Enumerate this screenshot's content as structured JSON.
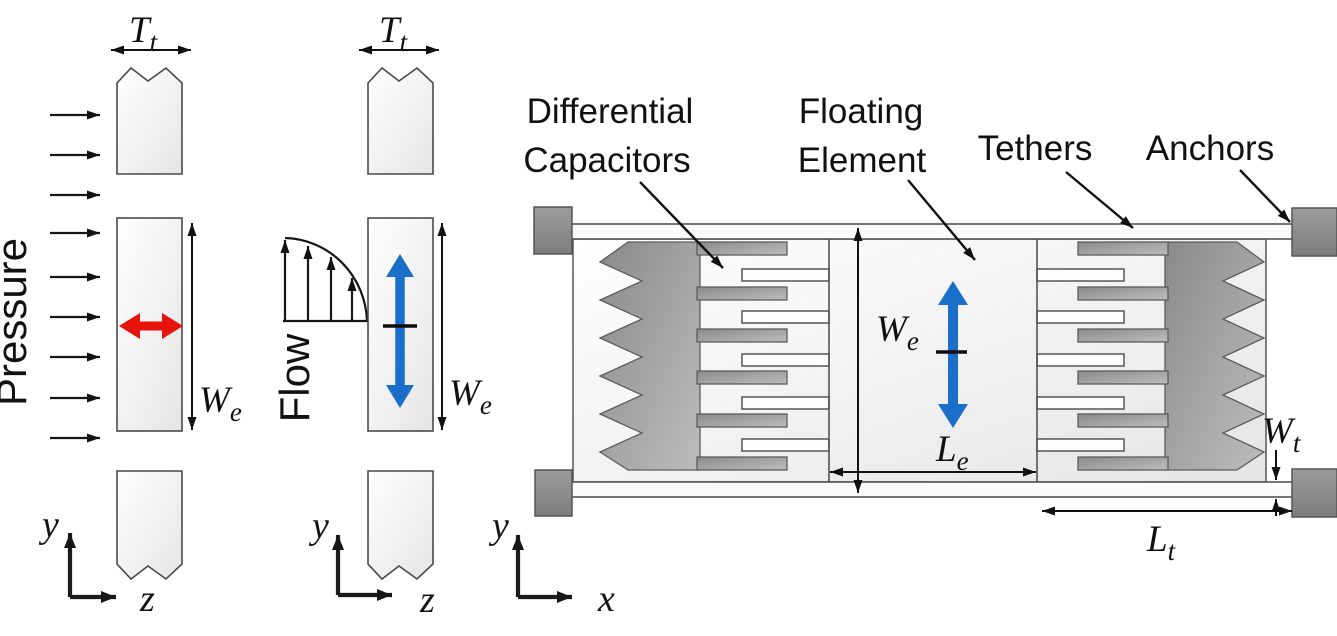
{
  "figure": {
    "type": "schematic-diagram",
    "subject": "Floating-element capacitive shear-stress sensor: side views under pressure and flow loading, and plan view",
    "panels": {
      "pressure_view": {
        "load_label": "Pressure",
        "dims": {
          "tether_thickness": {
            "base": "T",
            "sub": "t"
          },
          "element_width": {
            "base": "W",
            "sub": "e"
          }
        },
        "axes": {
          "vertical": "y",
          "horizontal": "z"
        }
      },
      "flow_view": {
        "load_label": "Flow",
        "dims": {
          "tether_thickness": {
            "base": "T",
            "sub": "t"
          },
          "element_width": {
            "base": "W",
            "sub": "e"
          }
        },
        "axes": {
          "vertical": "y",
          "horizontal": "z"
        }
      },
      "plan_view": {
        "callouts": {
          "differential_capacitors_line1": "Differential",
          "differential_capacitors_line2": "Capacitors",
          "floating_element_line1": "Floating",
          "floating_element_line2": "Element",
          "tethers": "Tethers",
          "anchors": "Anchors"
        },
        "dims": {
          "element_width": {
            "base": "W",
            "sub": "e"
          },
          "element_length": {
            "base": "L",
            "sub": "e"
          },
          "tether_length": {
            "base": "L",
            "sub": "t"
          },
          "tether_width": {
            "base": "W",
            "sub": "t"
          }
        },
        "axes": {
          "vertical": "y",
          "horizontal": "x"
        }
      }
    },
    "colors": {
      "pressure_displacement_arrow": "#e8120c",
      "flow_displacement_arrow": "#1b6fc8",
      "electrode_dark": "#8a8a8a",
      "electrode_light": "#bdbdbd",
      "anchor_light": "#9c9c9c",
      "anchor_dark": "#7d7d7d",
      "plate_light": "#ffffff",
      "plate_shade": "#e5e5e5"
    }
  }
}
